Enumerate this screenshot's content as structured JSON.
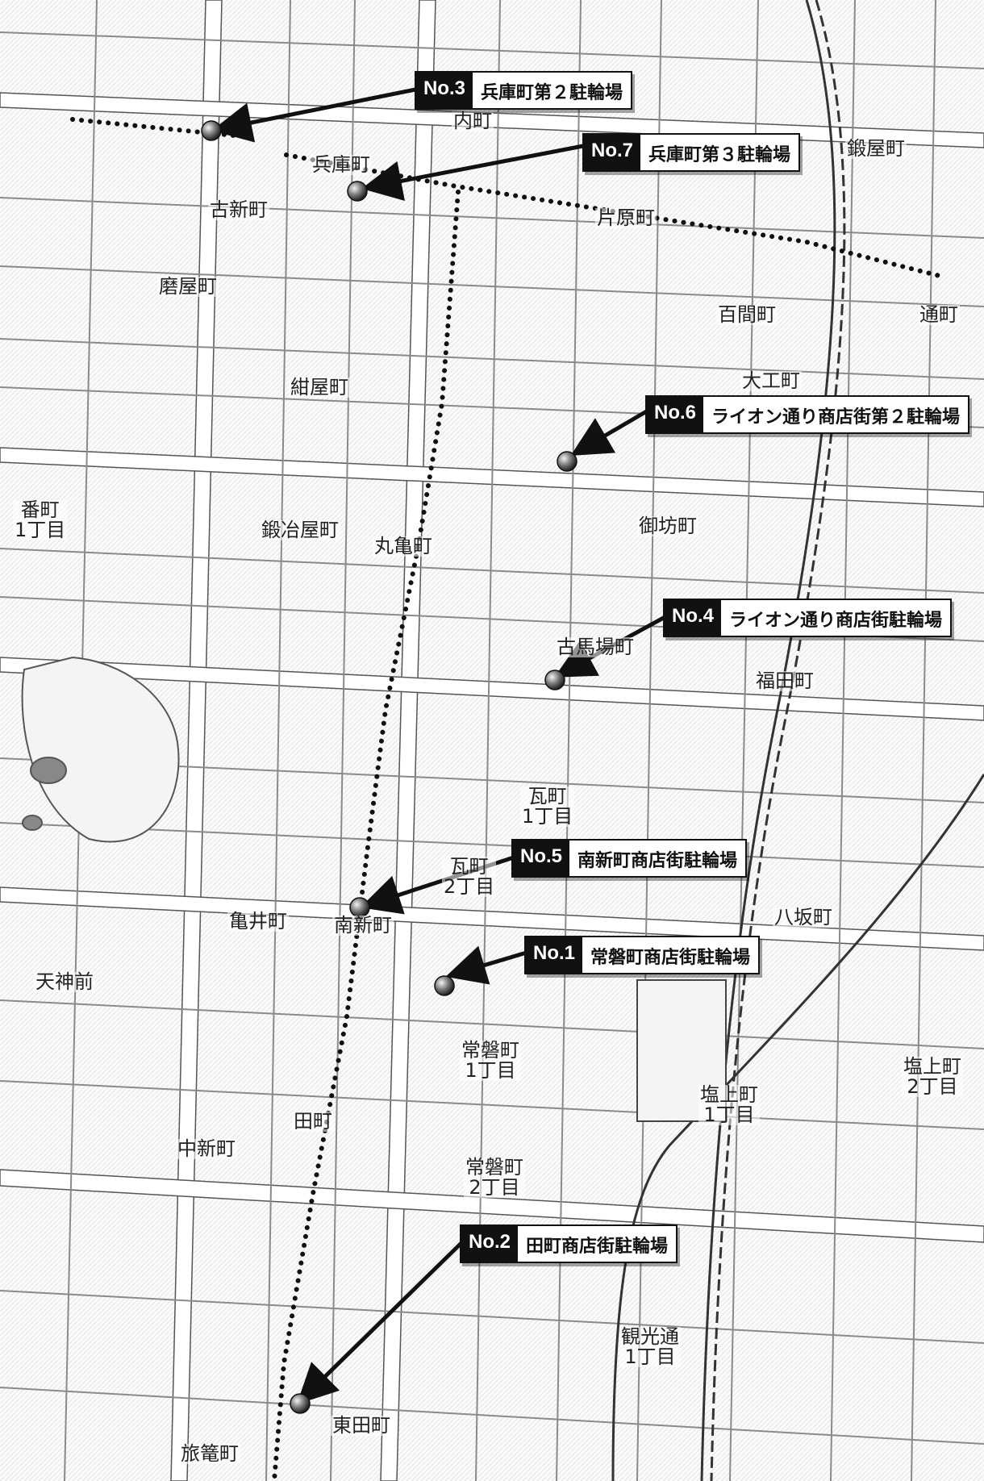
{
  "map": {
    "route_color": "#111111",
    "marker_color": "#333333"
  },
  "parking_lots": [
    {
      "number": "No.3",
      "name": "兵庫町第２駐輪場"
    },
    {
      "number": "No.7",
      "name": "兵庫町第３駐輪場"
    },
    {
      "number": "No.6",
      "name": "ライオン通り商店街第２駐輪場"
    },
    {
      "number": "No.4",
      "name": "ライオン通り商店街駐輪場"
    },
    {
      "number": "No.5",
      "name": "南新町商店街駐輪場"
    },
    {
      "number": "No.1",
      "name": "常磐町商店街駐輪場"
    },
    {
      "number": "No.2",
      "name": "田町商店街駐輪場"
    }
  ],
  "districts": [
    {
      "id": "uchimachi",
      "name": "内町"
    },
    {
      "id": "kajiyamachi-top",
      "name": "鍛屋町"
    },
    {
      "id": "hyogomachi",
      "name": "兵庫町"
    },
    {
      "id": "furushinmachi",
      "name": "古新町"
    },
    {
      "id": "kotohiramachi",
      "name": "片原町"
    },
    {
      "id": "saiyamachi",
      "name": "磨屋町"
    },
    {
      "id": "hyakkenmachi",
      "name": "百間町"
    },
    {
      "id": "toorimachi",
      "name": "通町"
    },
    {
      "id": "daikumachi",
      "name": "大工町"
    },
    {
      "id": "konyamachi",
      "name": "紺屋町"
    },
    {
      "id": "bancho",
      "name": "番町\n1丁目"
    },
    {
      "id": "kajiyamachi",
      "name": "鍛冶屋町"
    },
    {
      "id": "marugamemachi",
      "name": "丸亀町"
    },
    {
      "id": "mikatamachi",
      "name": "御坊町"
    },
    {
      "id": "ichibamachi",
      "name": "古馬場町"
    },
    {
      "id": "fukudamachi",
      "name": "福田町"
    },
    {
      "id": "kawaramachi1",
      "name": "瓦町\n1丁目"
    },
    {
      "id": "kawaramachi2",
      "name": "瓦町\n2丁目"
    },
    {
      "id": "kameimachi",
      "name": "亀井町"
    },
    {
      "id": "minamishinmachi",
      "name": "南新町"
    },
    {
      "id": "yasakamachi",
      "name": "八坂町"
    },
    {
      "id": "tenjinmae",
      "name": "天神前"
    },
    {
      "id": "tokiwacho1",
      "name": "常磐町\n1丁目"
    },
    {
      "id": "shiogamicho1",
      "name": "塩上町\n1丁目"
    },
    {
      "id": "shiogamicho2",
      "name": "塩上町\n2丁目"
    },
    {
      "id": "tamachi",
      "name": "田町"
    },
    {
      "id": "nakashinmachi",
      "name": "中新町"
    },
    {
      "id": "tokiwacho2",
      "name": "常磐町\n2丁目"
    },
    {
      "id": "kankodori",
      "name": "観光通\n1丁目"
    },
    {
      "id": "higashitamachi",
      "name": "東田町"
    },
    {
      "id": "hatagomachi",
      "name": "旅篭町"
    }
  ]
}
